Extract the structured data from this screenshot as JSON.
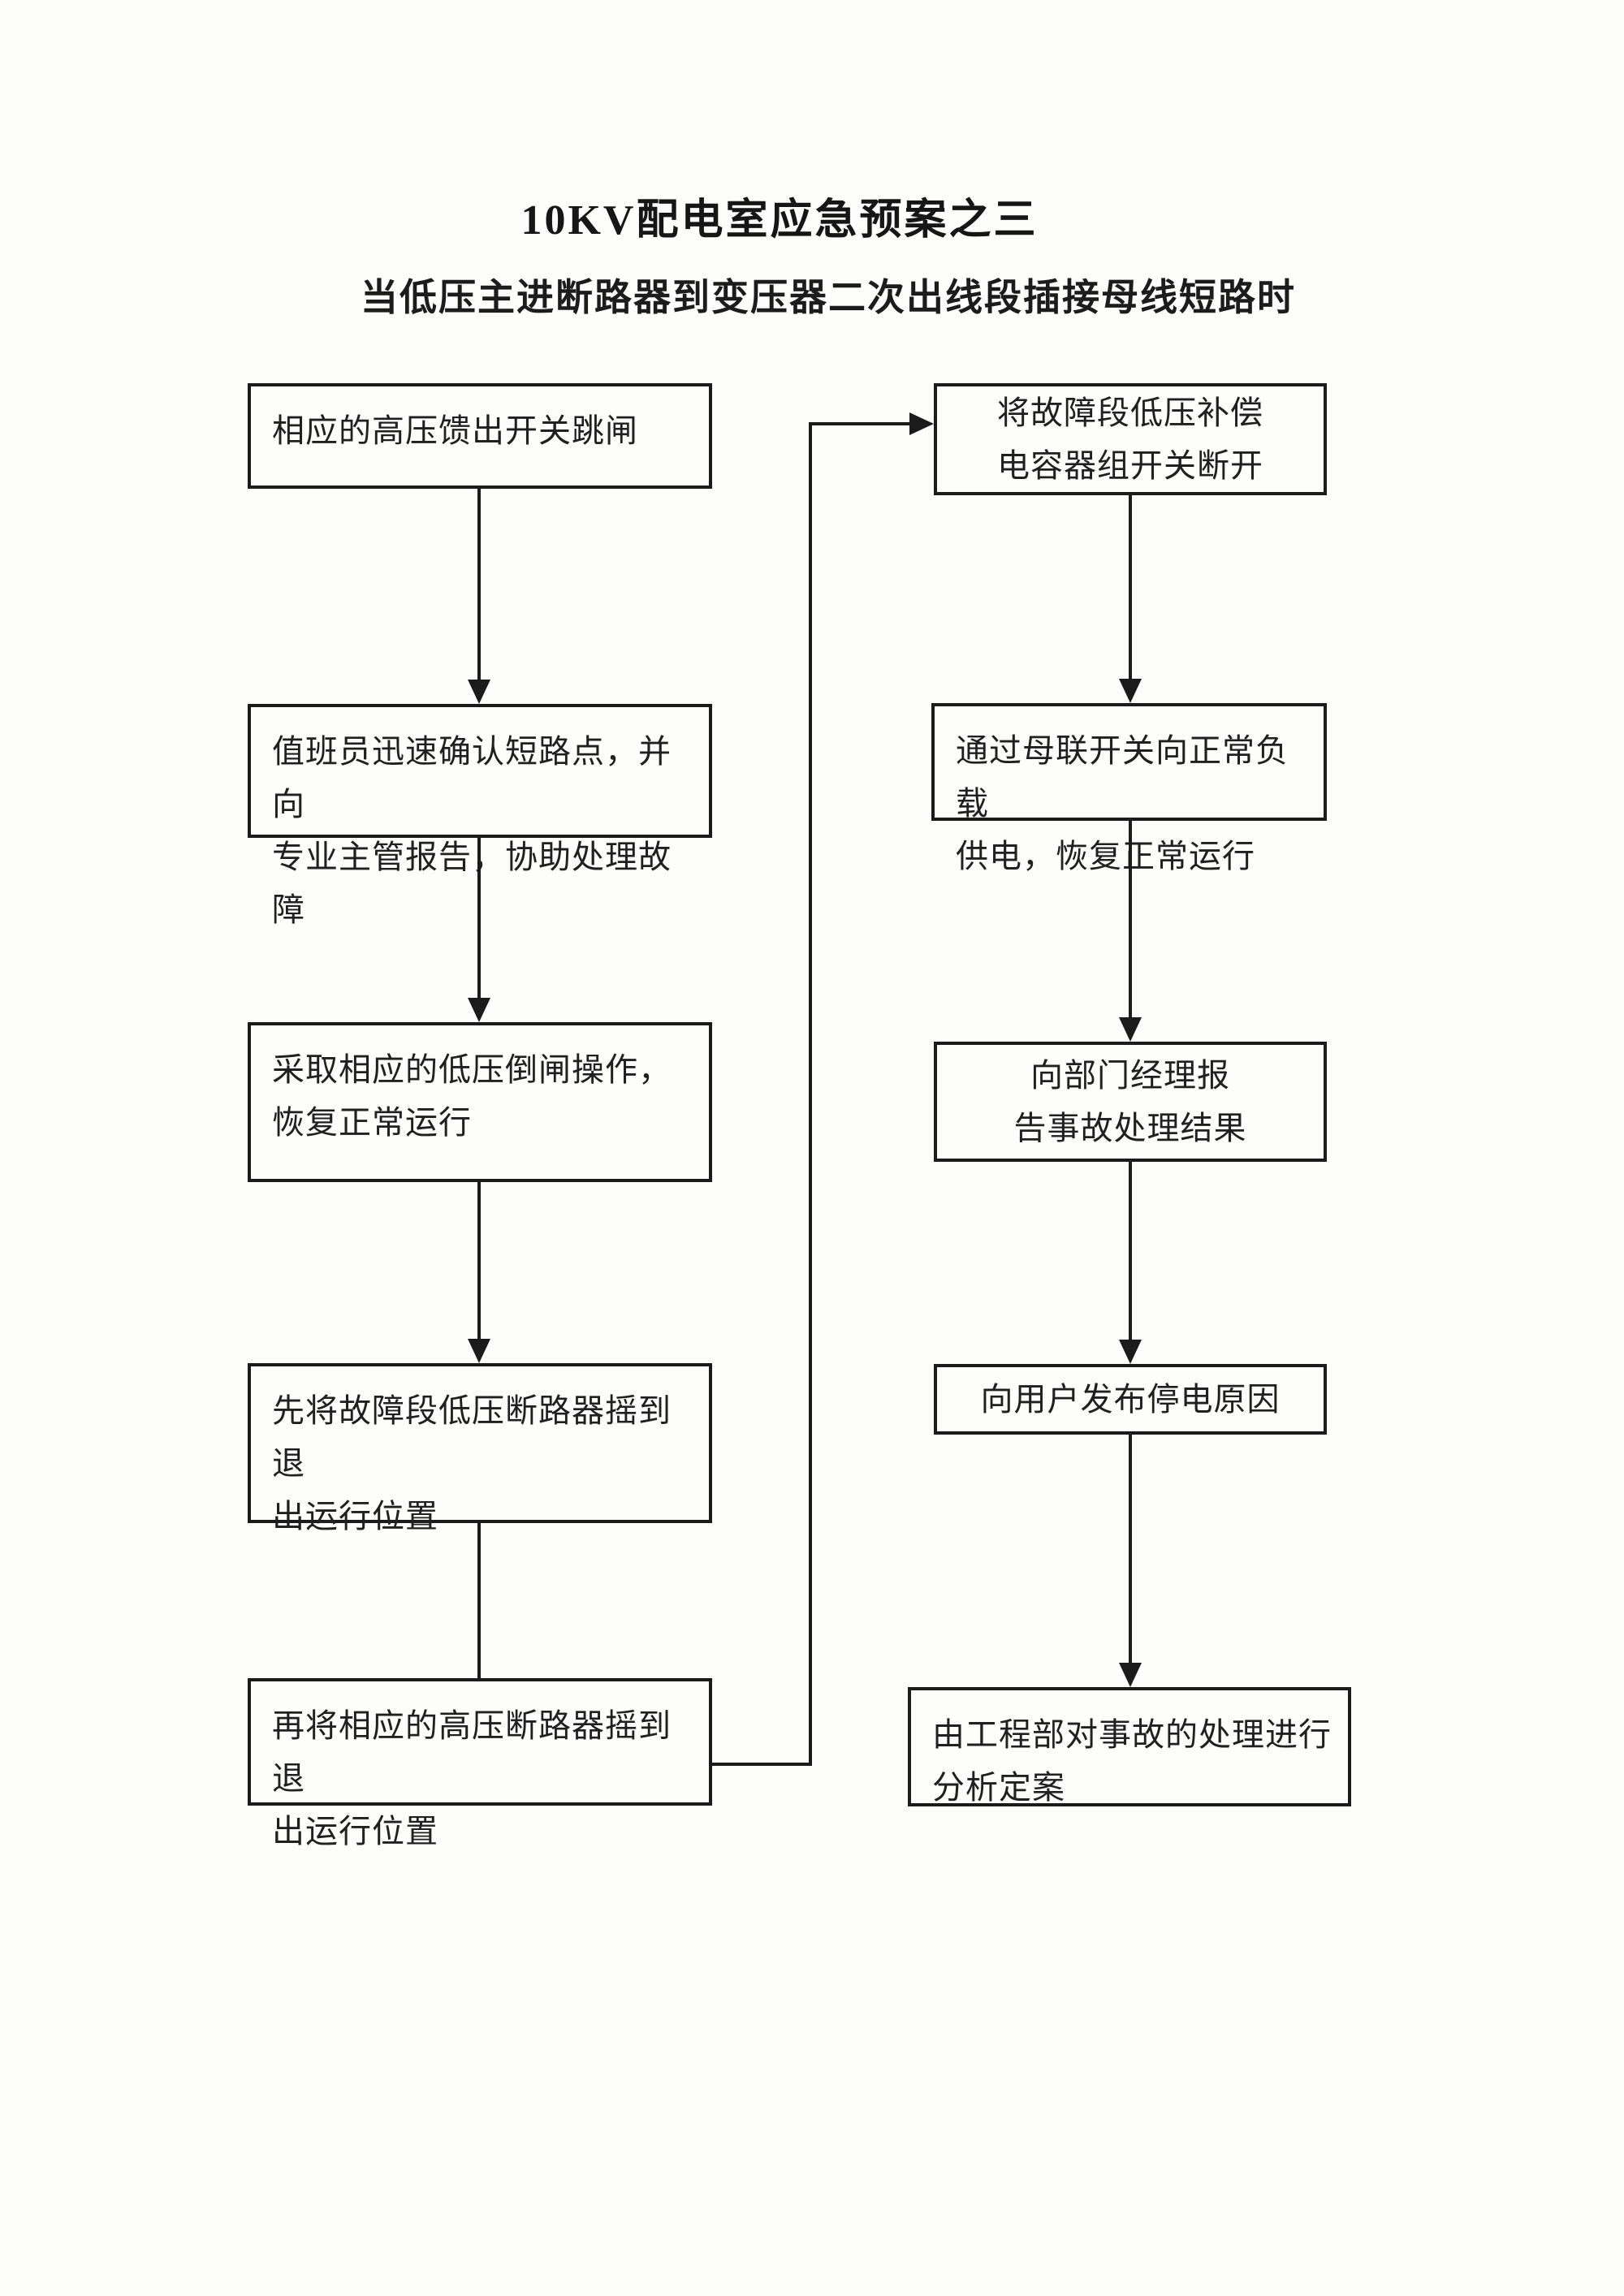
{
  "colors": {
    "ink": "#1b1b1b",
    "paper": "#fdfdfc"
  },
  "page": {
    "title": "10KV配电室应急预案之三",
    "subtitle": "当低压主进断路器到变压器二次出线段插接母线短路时"
  },
  "flow": {
    "left": [
      {
        "text": "相应的高压馈出开关跳闸"
      },
      {
        "text": "值班员迅速确认短路点，并向\n专业主管报告，协助处理故障"
      },
      {
        "text": "采取相应的低压倒闸操作，\n恢复正常运行"
      },
      {
        "text": "先将故障段低压断路器摇到退\n出运行位置"
      },
      {
        "text": "再将相应的高压断路器摇到退\n出运行位置"
      }
    ],
    "right": [
      {
        "text": "将故障段低压补偿\n电容器组开关断开"
      },
      {
        "text": "通过母联开关向正常负载\n供电，恢复正常运行"
      },
      {
        "text": "向部门经理报\n告事故处理结果"
      },
      {
        "text": "向用户发布停电原因"
      },
      {
        "text": "由工程部对事故的处理进行\n分析定案"
      }
    ]
  }
}
